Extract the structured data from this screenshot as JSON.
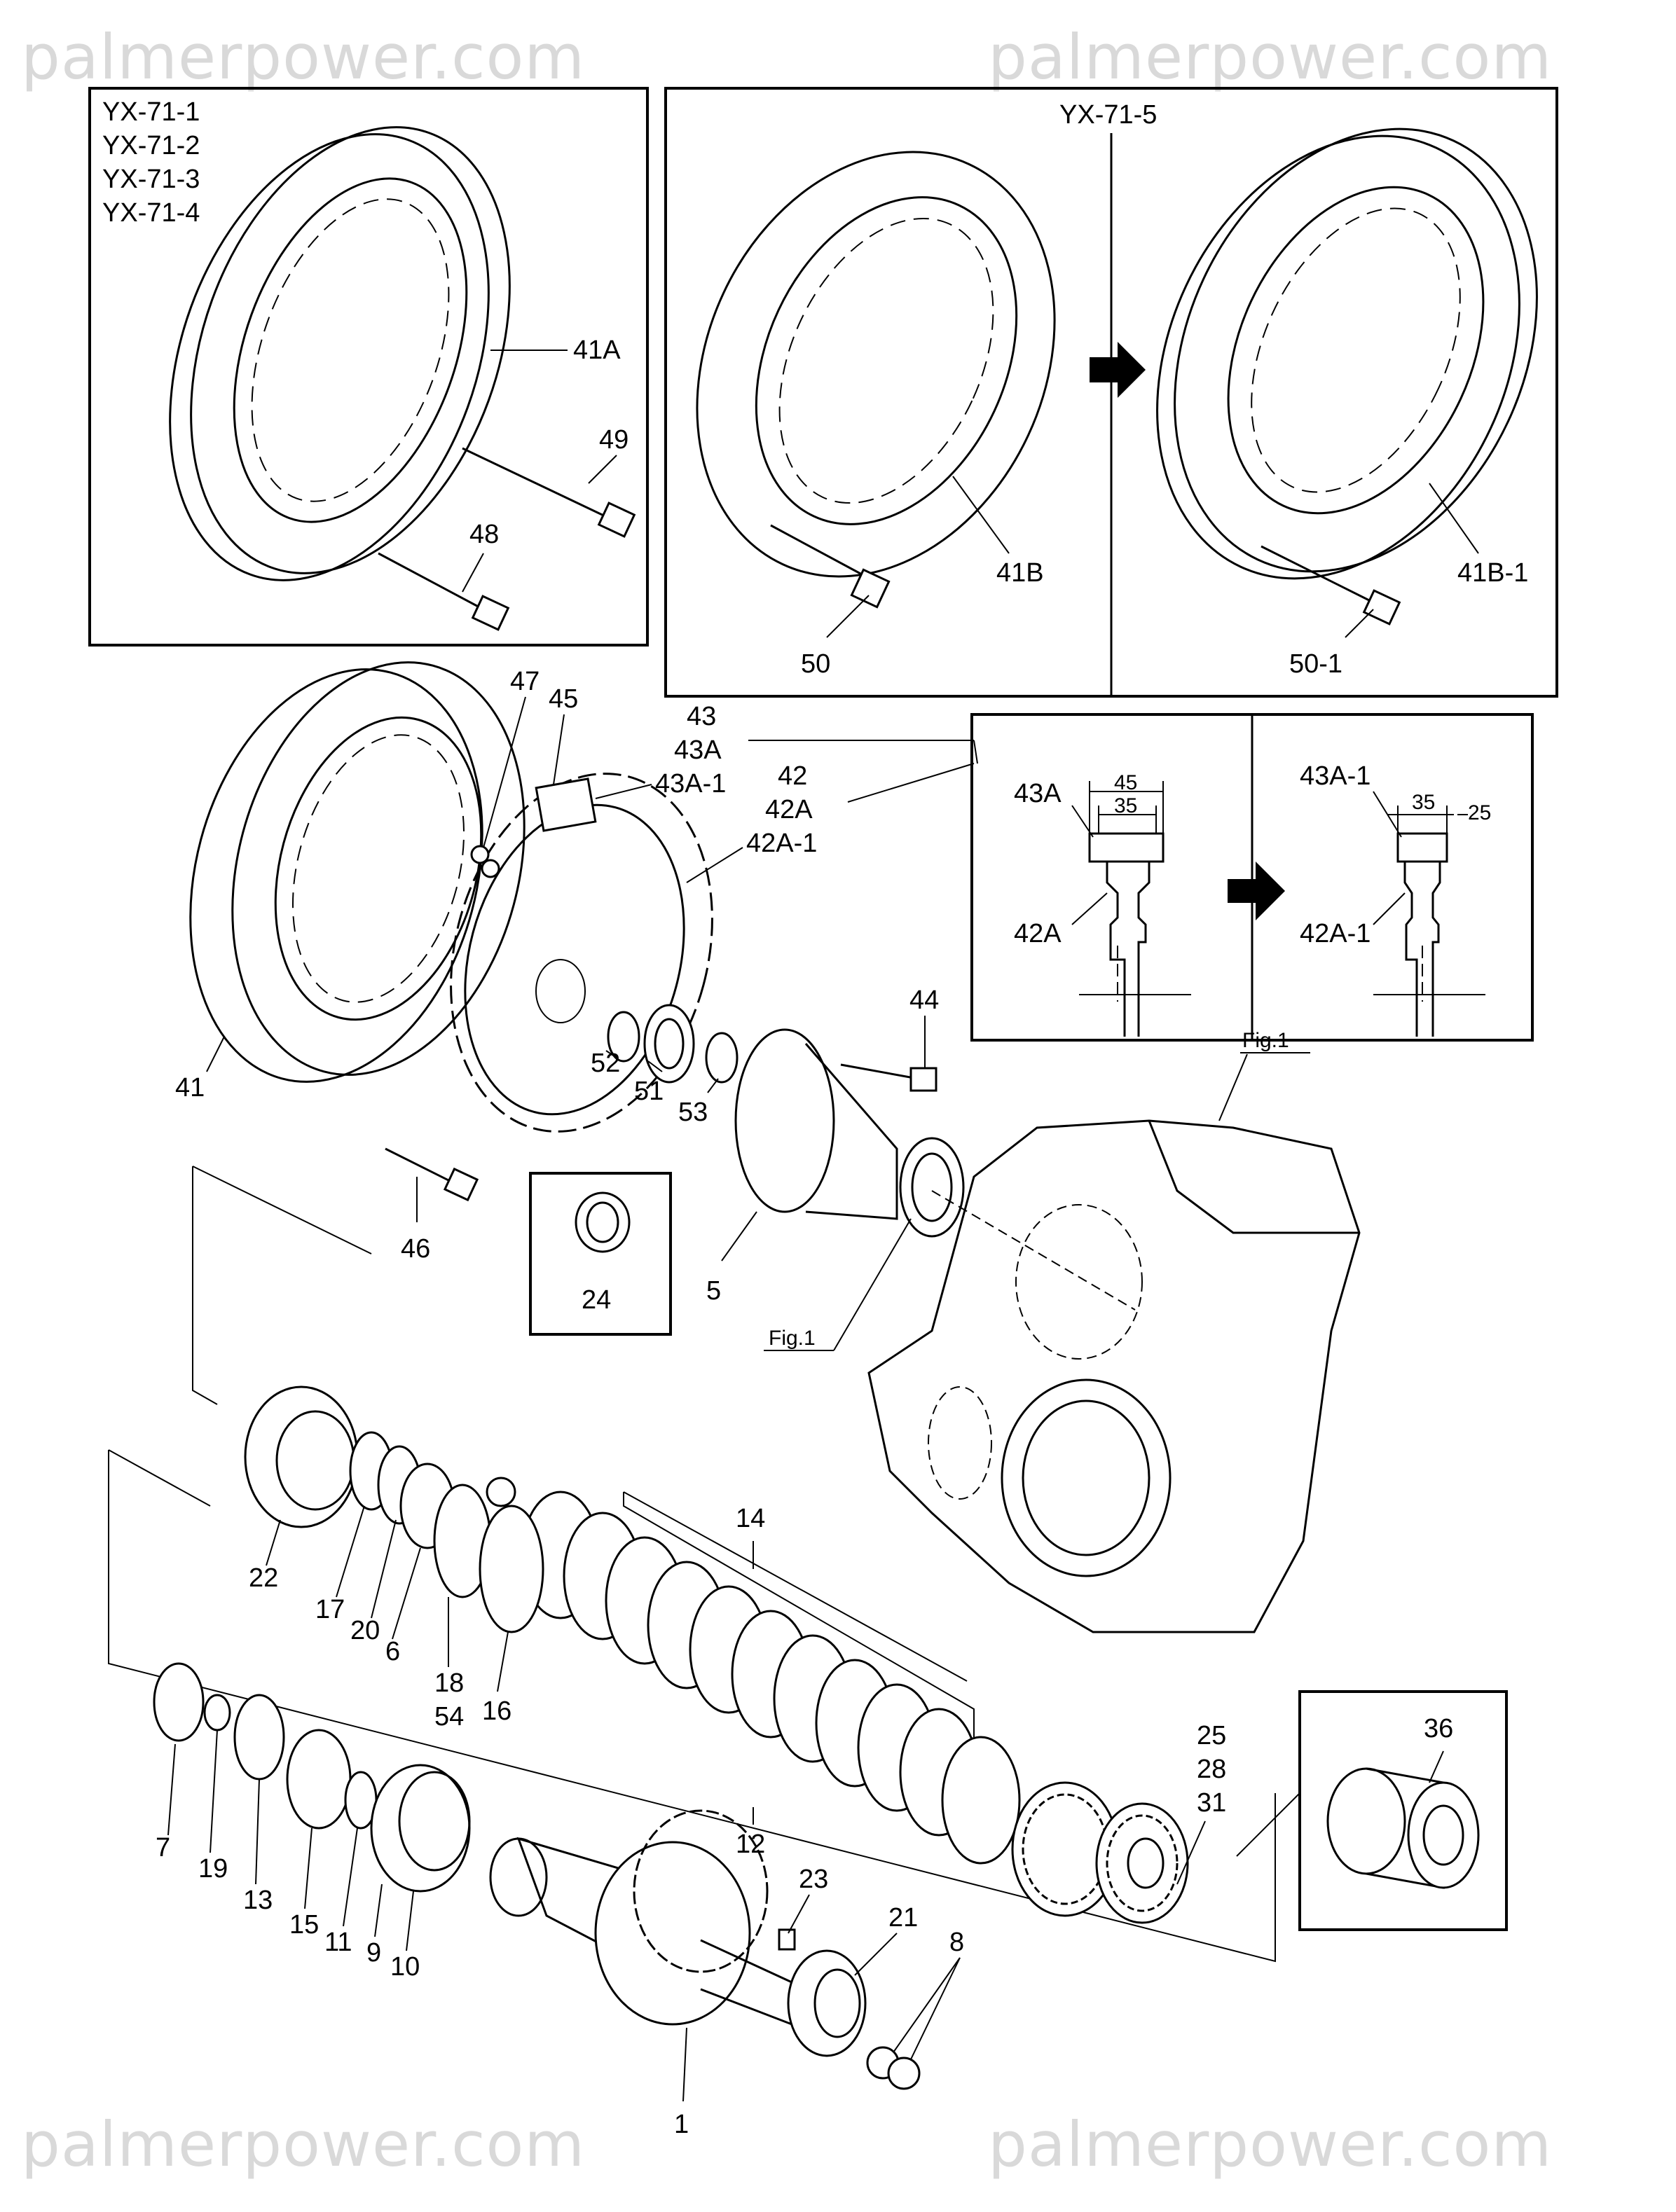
{
  "watermark": "palmerpower.com",
  "variants": {
    "box_a": [
      "YX-71-1",
      "YX-71-2",
      "YX-71-3",
      "YX-71-4"
    ],
    "box_b": "YX-71-5"
  },
  "figure_ref": "Fig.1",
  "dimensions": {
    "old_outer": "45",
    "old_inner": "35",
    "new_inner": "35",
    "new_gap": "25"
  },
  "detail_labels": {
    "old_top": "43A",
    "old_bottom": "42A",
    "new_top": "43A-1",
    "new_bottom": "42A-1"
  },
  "parts": {
    "p41A": "41A",
    "p49": "49",
    "p48": "48",
    "p41B": "41B",
    "p50": "50",
    "p41B1": "41B-1",
    "p501": "50-1",
    "p47": "47",
    "p45": "45",
    "p43": "43",
    "p43A": "43A",
    "p43A1": "43A-1",
    "p42": "42",
    "p42A": "42A",
    "p42A1": "42A-1",
    "p44": "44",
    "p41": "41",
    "p52": "52",
    "p51": "51",
    "p53": "53",
    "p46": "46",
    "p24": "24",
    "p5": "5",
    "p14": "14",
    "p22": "22",
    "p17": "17",
    "p20": "20",
    "p6": "6",
    "p18": "18",
    "p54": "54",
    "p16": "16",
    "p12": "12",
    "p7": "7",
    "p19": "19",
    "p13": "13",
    "p15": "15",
    "p11": "11",
    "p9": "9",
    "p10": "10",
    "p23": "23",
    "p21": "21",
    "p8": "8",
    "p1": "1",
    "p25": "25",
    "p28": "28",
    "p31": "31",
    "p36": "36"
  }
}
